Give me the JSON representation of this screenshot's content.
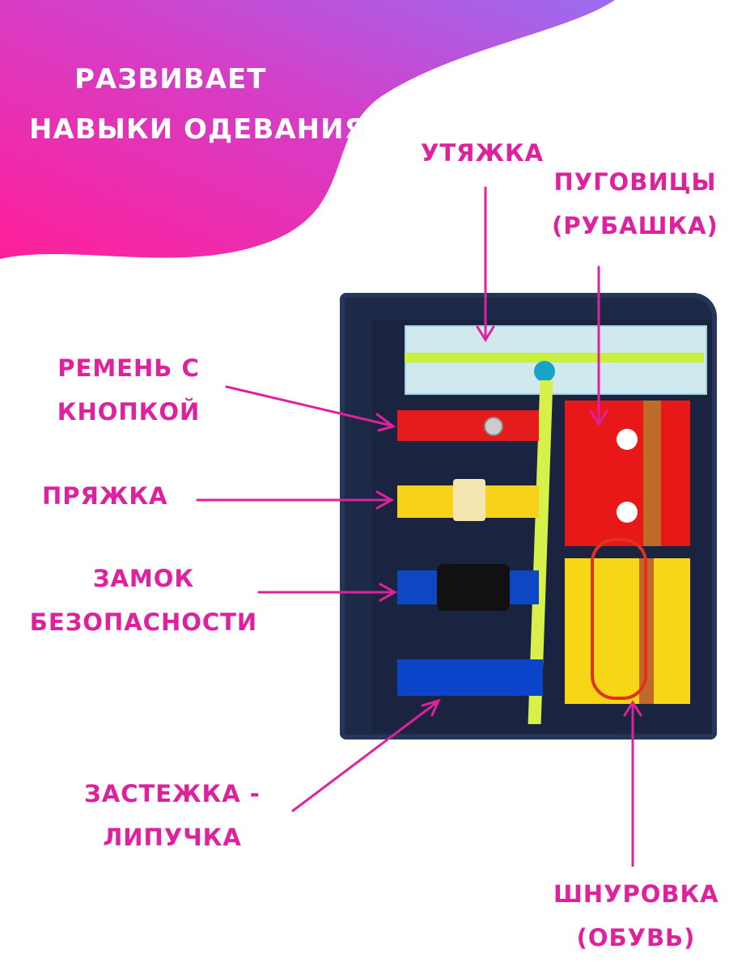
{
  "header": {
    "line1": "РАЗВИВАЕТ",
    "line2": "НАВЫКИ ОДЕВАНИЯ"
  },
  "labels": {
    "pull": "УТЯЖКА",
    "buttons_1": "ПУГОВИЦЫ",
    "buttons_2": "(РУБАШКА)",
    "belt_1": "РЕМЕНЬ С",
    "belt_2": "КНОПКОЙ",
    "buckle": "ПРЯЖКА",
    "lock_1": "ЗАМОК",
    "lock_2": "БЕЗОПАСНОСТИ",
    "velcro_1": "ЗАСТЕЖКА -",
    "velcro_2": "ЛИПУЧКА",
    "lacing_1": "ШНУРОВКА",
    "lacing_2": "(ОБУВЬ)"
  },
  "colors": {
    "accent": "#e0219e",
    "board": "#1d2a47"
  }
}
